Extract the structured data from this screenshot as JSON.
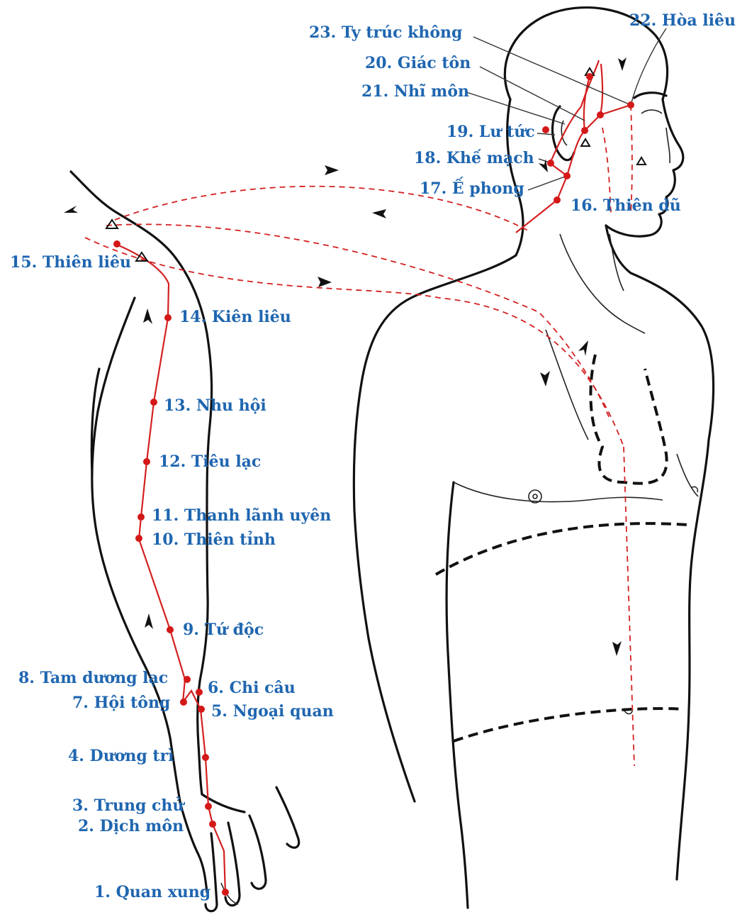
{
  "points": [
    {
      "id": 1,
      "label": "1. Quan xung"
    },
    {
      "id": 2,
      "label": "2. Dịch môn"
    },
    {
      "id": 3,
      "label": "3. Trung chử"
    },
    {
      "id": 4,
      "label": "4. Dương trì"
    },
    {
      "id": 5,
      "label": "5. Ngoại quan"
    },
    {
      "id": 6,
      "label": "6. Chi câu"
    },
    {
      "id": 7,
      "label": "7. Hội tông"
    },
    {
      "id": 8,
      "label": "8. Tam dương lạc"
    },
    {
      "id": 9,
      "label": "9. Tứ độc"
    },
    {
      "id": 10,
      "label": "10. Thiên tỉnh"
    },
    {
      "id": 11,
      "label": "11. Thanh lãnh uyên"
    },
    {
      "id": 12,
      "label": "12. Tiêu lạc"
    },
    {
      "id": 13,
      "label": "13. Nhu hội"
    },
    {
      "id": 14,
      "label": "14. Kiên liêu"
    },
    {
      "id": 15,
      "label": "15. Thiên liêu"
    },
    {
      "id": 16,
      "label": "16. Thiên dũ"
    },
    {
      "id": 17,
      "label": "17. Ế phong"
    },
    {
      "id": 18,
      "label": "18. Khế mạch"
    },
    {
      "id": 19,
      "label": "19. Lư tức"
    },
    {
      "id": 20,
      "label": "20. Giác tôn"
    },
    {
      "id": 21,
      "label": "21. Nhĩ môn"
    },
    {
      "id": 22,
      "label": "22. Hòa liêu"
    },
    {
      "id": 23,
      "label": "23. Ty trúc không"
    }
  ],
  "colors": {
    "meridian": "#d42020",
    "label": "#1f66b0",
    "outline": "#111111"
  }
}
